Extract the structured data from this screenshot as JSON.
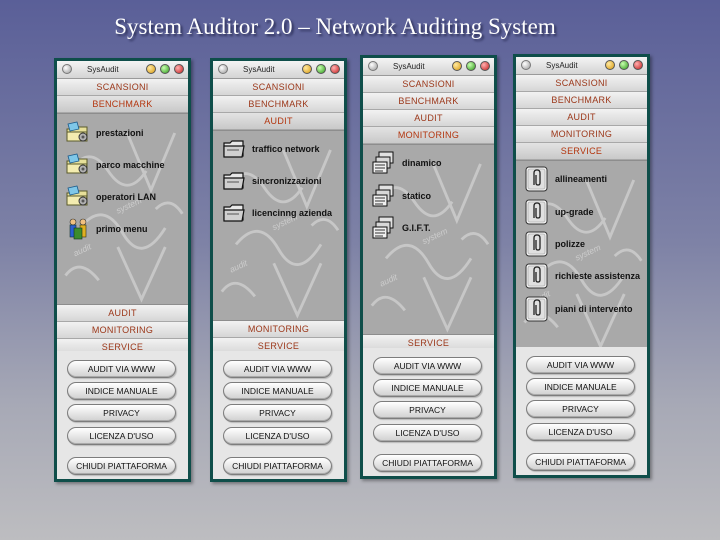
{
  "title": "System Auditor 2.0 – Network Auditing System",
  "window_title": "SysAudit",
  "menu": {
    "scansioni": "SCANSIONI",
    "benchmark": "BENCHMARK",
    "audit": "AUDIT",
    "monitoring": "MONITORING",
    "service": "SERVICE"
  },
  "buttons": {
    "audit_www": "AUDIT VIA WWW",
    "indice": "INDICE MANUALE",
    "privacy": "PRIVACY",
    "licenza": "LICENZA D'USO",
    "chiudi": "CHIUDI PIATTAFORMA"
  },
  "benchmark_items": [
    "prestazioni",
    "parco macchine",
    "operatori LAN",
    "primo menu"
  ],
  "audit_items": [
    "traffico network",
    "sincronizzazioni",
    "licencinng azienda"
  ],
  "monitoring_items": [
    "dinamico",
    "statico",
    "G.I.F.T."
  ],
  "service_items": [
    "allineamenti",
    "up-grade",
    "polizze",
    "richieste assistenza",
    "piani di intervento"
  ],
  "colors": {
    "frame": "#0f4e4a",
    "menu_text": "#9b3618",
    "content_bg": "#a9a9a9"
  },
  "icons": {
    "benchmark": [
      "folder-gear-icon",
      "folder-gear-icon",
      "folder-gear-icon",
      "people-icon"
    ],
    "audit": "folder-gray-icon",
    "monitoring": "documents-stack-icon",
    "service": "paperclip-icon"
  }
}
